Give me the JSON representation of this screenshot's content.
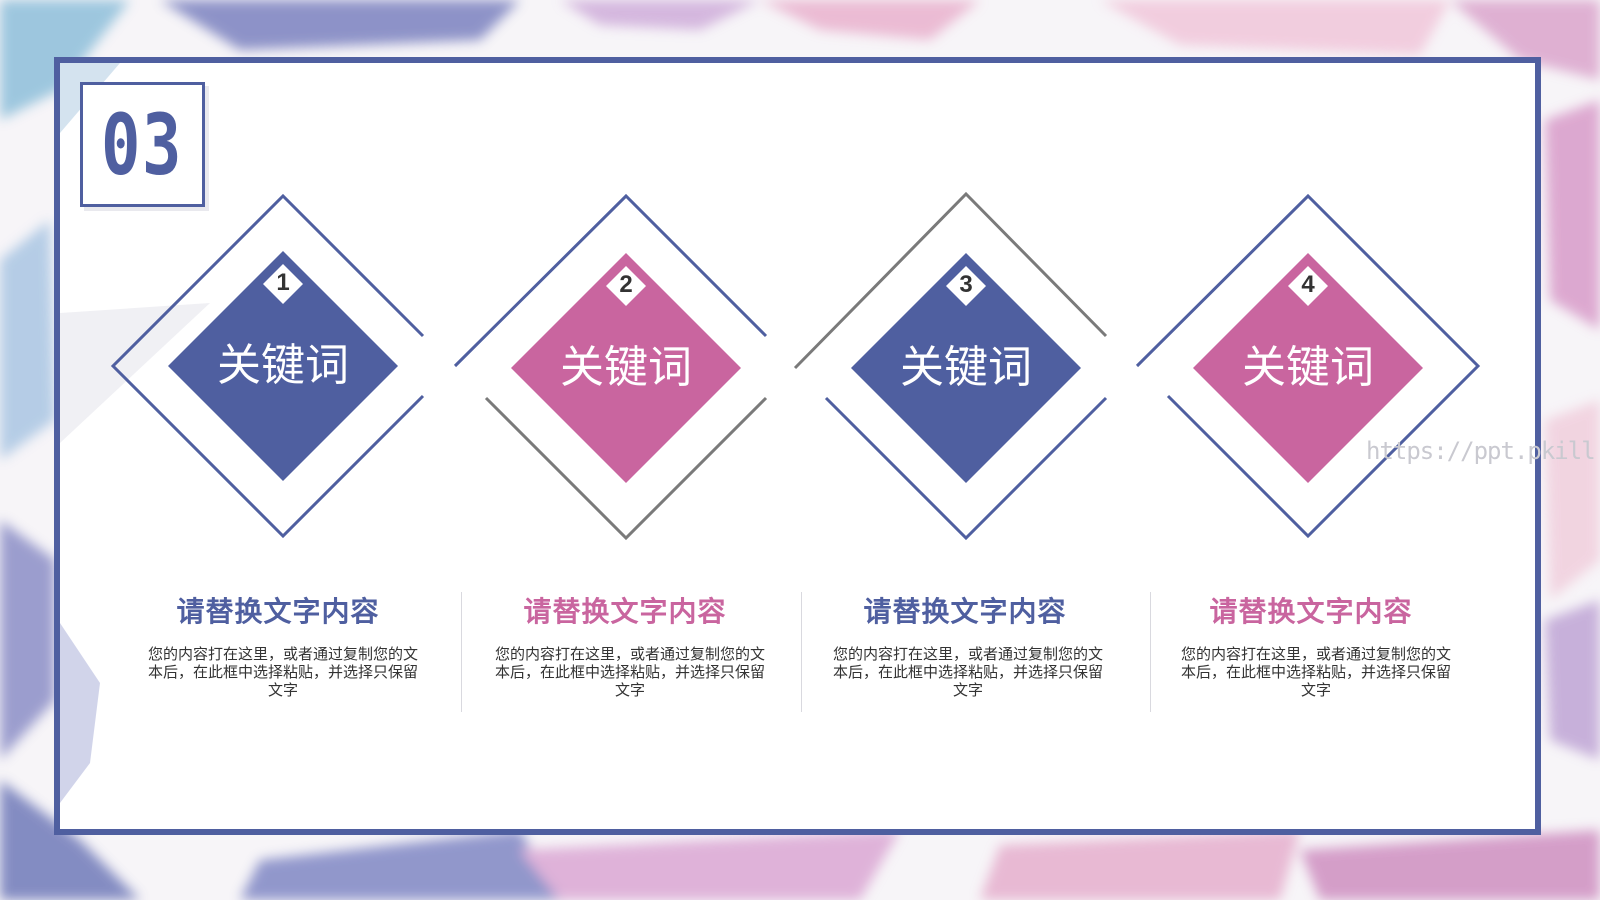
{
  "section": {
    "number": "03"
  },
  "colors": {
    "primary": "#4f5fa0",
    "accent": "#c9659f",
    "line_gray": "#7a7a7a",
    "text_dark": "#333333"
  },
  "items": [
    {
      "number": "1",
      "keyword": "关键词",
      "title": "请替换文字内容",
      "body": "您的内容打在这里，或者通过复制您的文本后，在此框中选择粘贴，并选择只保留文字"
    },
    {
      "number": "2",
      "keyword": "关键词",
      "title": "请替换文字内容",
      "body": "您的内容打在这里，或者通过复制您的文本后，在此框中选择粘贴，并选择只保留文字"
    },
    {
      "number": "3",
      "keyword": "关键词",
      "title": "请替换文字内容",
      "body": "您的内容打在这里，或者通过复制您的文本后，在此框中选择粘贴，并选择只保留文字"
    },
    {
      "number": "4",
      "keyword": "关键词",
      "title": "请替换文字内容",
      "body": "您的内容打在这里，或者通过复制您的文本后，在此框中选择粘贴，并选择只保留文字"
    }
  ],
  "watermark": "https://ppt.pkill.de"
}
